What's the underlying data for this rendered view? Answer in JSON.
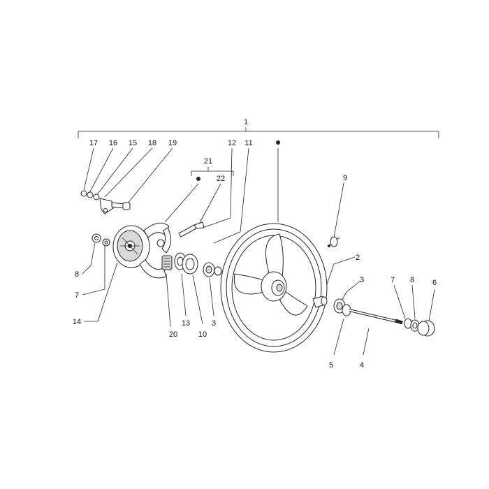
{
  "diagram": {
    "callouts": {
      "c1": "1",
      "c2": "2",
      "c3a": "3",
      "c3b": "3",
      "c4": "4",
      "c5": "5",
      "c6": "6",
      "c7a": "7",
      "c7b": "7",
      "c8a": "8",
      "c8b": "8",
      "c9": "9",
      "c10": "10",
      "c11": "11",
      "c12": "12",
      "c13": "13",
      "c14": "14",
      "c15": "15",
      "c16": "16",
      "c17": "17",
      "c18": "18",
      "c19": "19",
      "c20": "20",
      "c21": "21",
      "c22": "22"
    },
    "colors": {
      "line": "#222222",
      "fill": "#ffffff",
      "shade": "#d9d9d9"
    }
  }
}
